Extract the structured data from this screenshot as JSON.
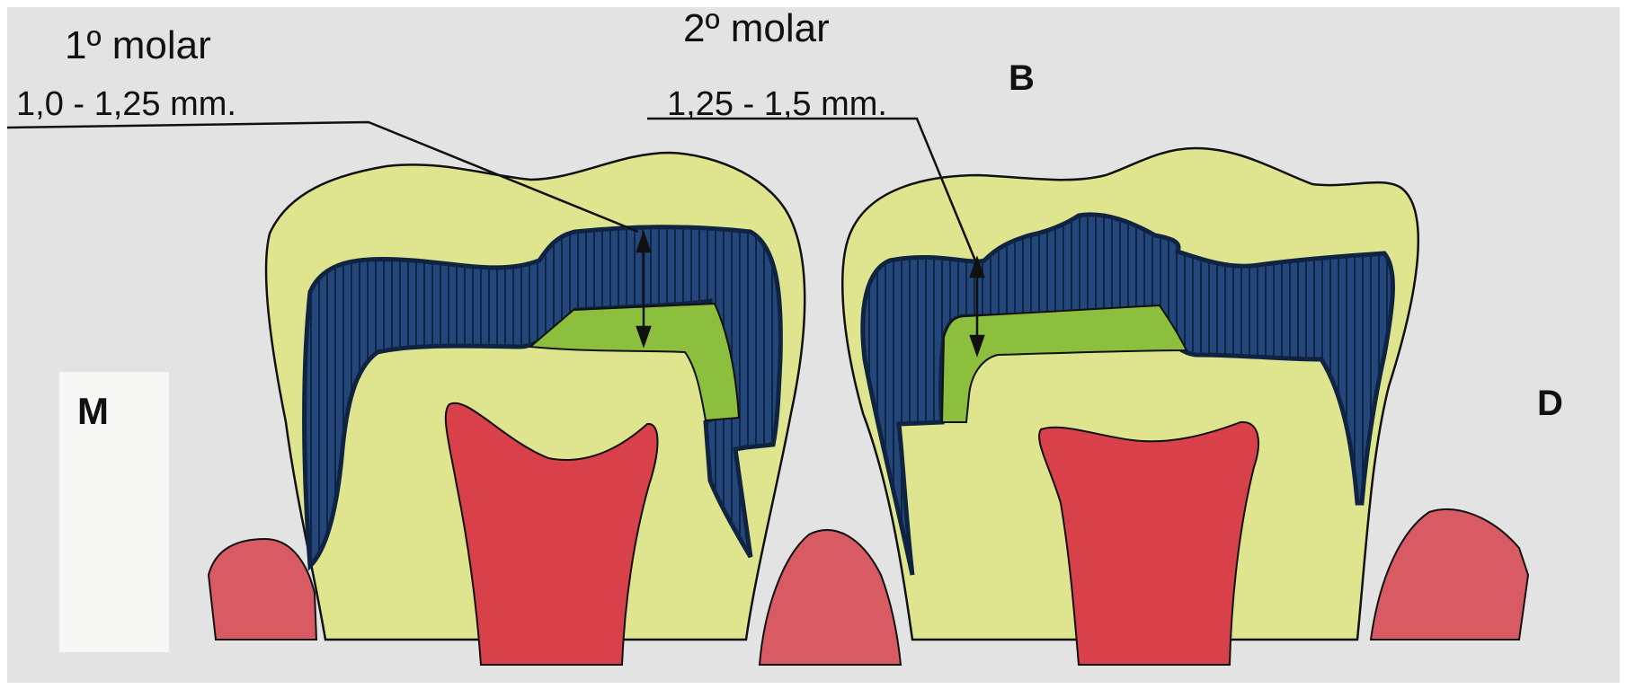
{
  "labels": {
    "tooth1_name": "1º molar",
    "tooth1_measure": "1,0 - 1,25 mm.",
    "tooth2_name": "2º molar",
    "tooth2_measure": "1,25 - 1,5 mm.",
    "buccal": "B",
    "mesial": "M",
    "distal": "D"
  },
  "colors": {
    "background": "#e3e3e3",
    "dentin": "#dfe48f",
    "enamel_shell": "#eef0a0",
    "crown_blue": "#1f3f6d",
    "crown_blue_dark": "#0f2442",
    "liner_green": "#8dbf3f",
    "pulp_red": "#d8404a",
    "gum_red": "#d85a63",
    "outline": "#111111"
  }
}
